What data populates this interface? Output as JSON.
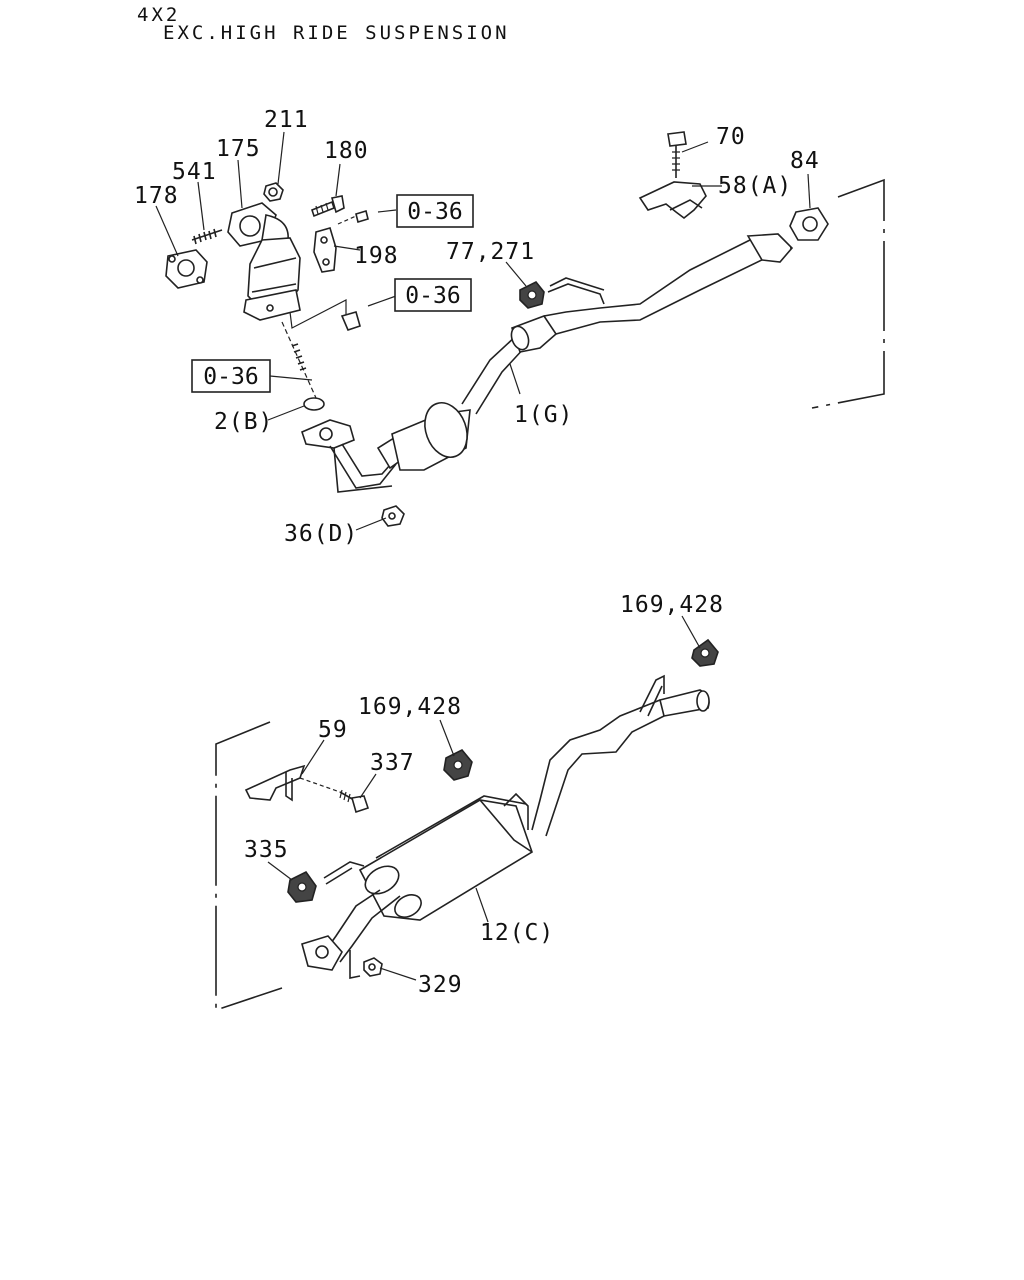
{
  "header": {
    "line1": "4X2",
    "line2": "EXC.HIGH RIDE SUSPENSION"
  },
  "ref_boxes": [
    "0-36",
    "0-36",
    "0-36"
  ],
  "labels": {
    "p211": "211",
    "p175": "175",
    "p180": "180",
    "p541": "541",
    "p178": "178",
    "p198": "198",
    "p70": "70",
    "p58a": "58(A)",
    "p84": "84",
    "p77_271": "77,271",
    "p1g": "1(G)",
    "p2b": "2(B)",
    "p36d": "36(D)",
    "p169_428_top": "169,428",
    "p169_428_mid": "169,428",
    "p59": "59",
    "p337": "337",
    "p335": "335",
    "p12c": "12(C)",
    "p329": "329"
  }
}
